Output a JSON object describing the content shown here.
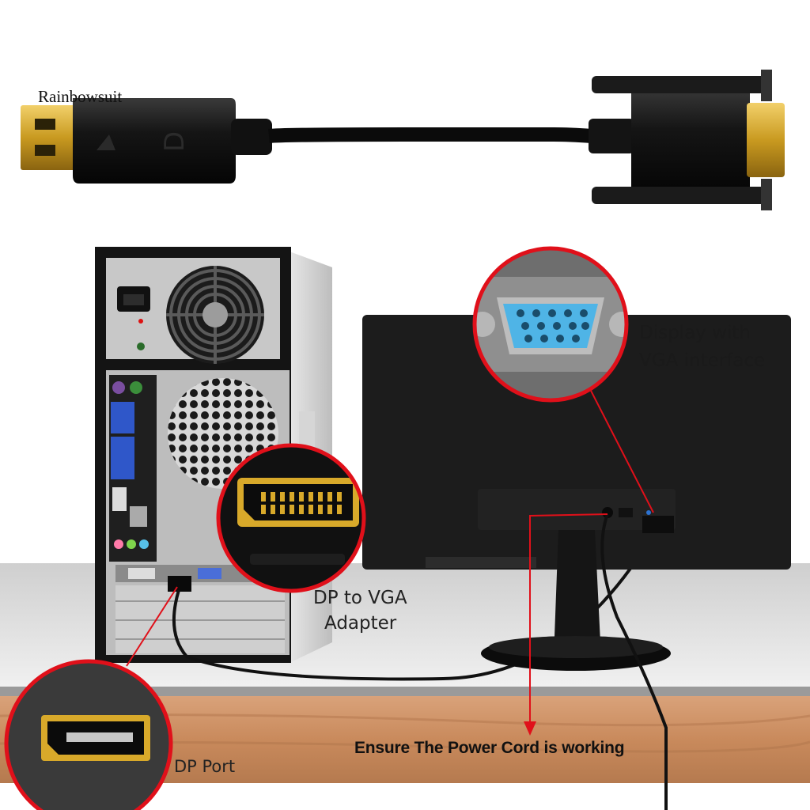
{
  "watermark": "Rainbowsuit",
  "callouts": {
    "vga_display": [
      "Display with",
      "VGA interface"
    ],
    "adapter": [
      "DP to VGA",
      "Adapter"
    ],
    "dp_port": "DP Port",
    "power_cord": "Ensure The Power Cord is working"
  },
  "colors": {
    "callout_ring": "#e0101a",
    "arrow": "#e0101a",
    "connector_gold": "#d8a92a",
    "vga_port_blue": "#4fb4e6",
    "desk_wood": "#c98a5c"
  }
}
